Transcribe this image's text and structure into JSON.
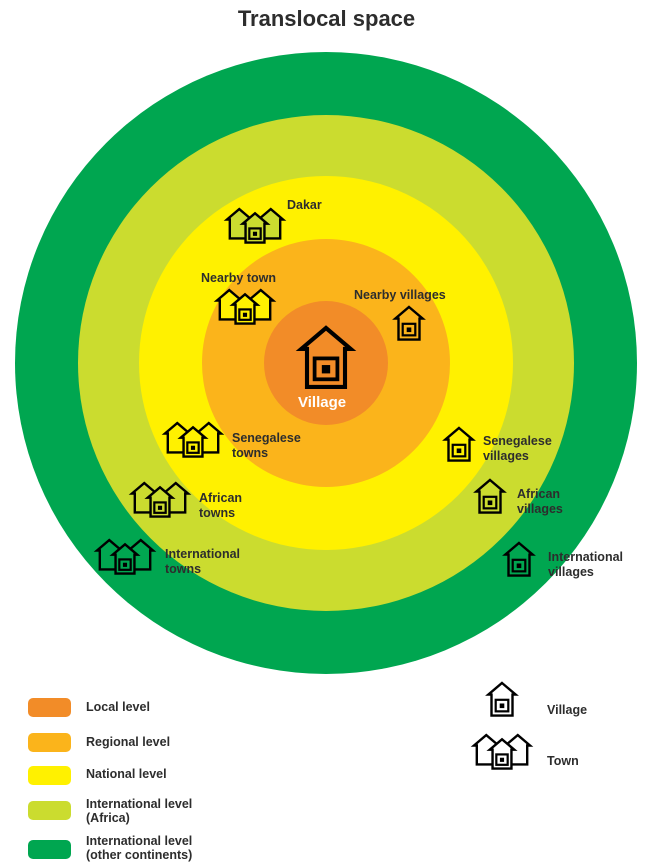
{
  "title": "Translocal space",
  "colors": {
    "local": "#f28c28",
    "regional": "#fbb41b",
    "national": "#fff100",
    "africa": "#cbdc2f",
    "other": "#00a650",
    "icon_stroke": "#000000"
  },
  "rings": [
    {
      "name": "international-other",
      "color_key": "other"
    },
    {
      "name": "international-africa",
      "color_key": "africa"
    },
    {
      "name": "national",
      "color_key": "national"
    },
    {
      "name": "regional",
      "color_key": "regional"
    },
    {
      "name": "local",
      "color_key": "local"
    }
  ],
  "labels": {
    "center": "Village",
    "dakar": "Dakar",
    "nearby_town": "Nearby town",
    "nearby_villages": "Nearby villages",
    "senegalese_towns": "Senegalese\ntowns",
    "senegalese_villages": "Senegalese\nvillages",
    "african_towns": "African\ntowns",
    "african_villages": "African\nvillages",
    "international_towns": "International\ntowns",
    "international_villages": "International\nvillages"
  },
  "legend": {
    "levels": [
      {
        "label": "Local level",
        "color_key": "local"
      },
      {
        "label": "Regional level",
        "color_key": "regional"
      },
      {
        "label": "National level",
        "color_key": "national"
      },
      {
        "label": "International level\n(Africa)",
        "color_key": "africa"
      },
      {
        "label": "International level\n(other continents)",
        "color_key": "other"
      }
    ],
    "icons": [
      {
        "label": "Village",
        "icon": "village-icon"
      },
      {
        "label": "Town",
        "icon": "town-icon"
      }
    ]
  }
}
